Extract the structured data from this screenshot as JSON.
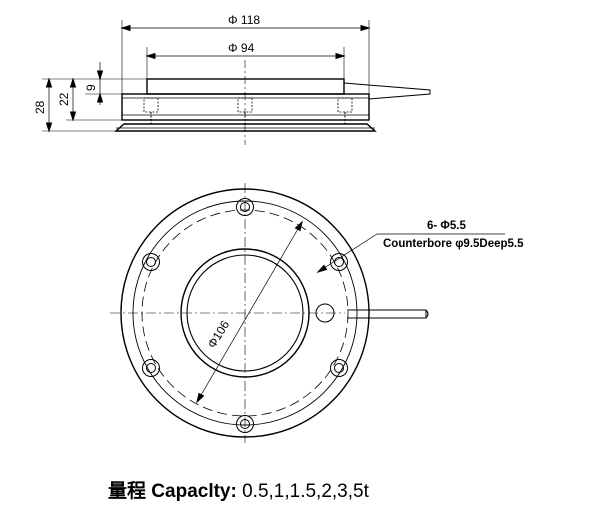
{
  "dimensions": {
    "outer_diameter": "Φ 118",
    "top_diameter": "Φ 94",
    "height_total": "28",
    "height_mid": "22",
    "height_top": "9",
    "bolt_circle": "Φ106",
    "holes_spec": "6- Φ5.5",
    "counterbore_spec": "Counterbore φ9.5Deep5.5"
  },
  "caption": {
    "chinese": "量程",
    "label": "Capaclty:",
    "values": "0.5,1,1.5,2,3,5t"
  }
}
